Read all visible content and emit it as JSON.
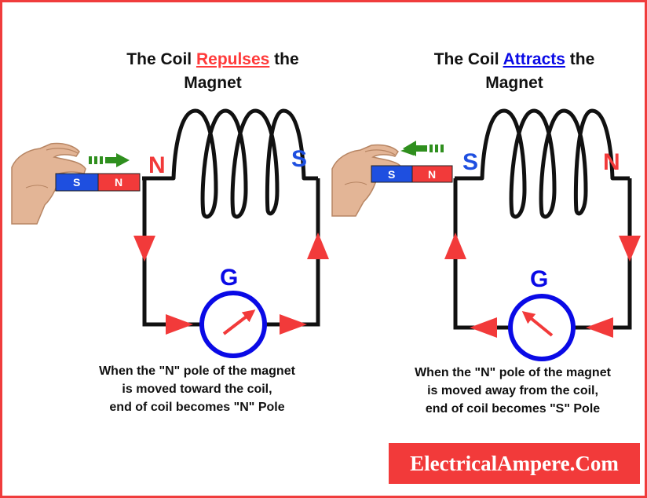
{
  "colors": {
    "frame": "#f03c3c",
    "arrow_red": "#f23a3a",
    "galvanometer_blue": "#0a0ae6",
    "north_red": "#f23a3a",
    "south_blue": "#1e4fe0",
    "motion_arrow_green": "#2f8f1e"
  },
  "left_panel": {
    "title_pre": "The Coil ",
    "title_highlight": "Repulses",
    "title_post": " the",
    "title_line2": "Magnet",
    "coil_left_pole": "N",
    "coil_right_pole": "S",
    "magnet_left": "S",
    "magnet_right": "N",
    "galvanometer": "G",
    "caption_lines": [
      "When the \"N\" pole of the magnet",
      "is moved toward the coil,",
      "end of coil becomes \"N\" Pole"
    ],
    "hand_icon": "hand-holding-magnet-icon",
    "motion_icon": "arrow-right-icon"
  },
  "right_panel": {
    "title_pre": "The Coil ",
    "title_highlight": "Attracts",
    "title_post": " the",
    "title_line2": "Magnet",
    "coil_left_pole": "S",
    "coil_right_pole": "N",
    "magnet_left": "S",
    "magnet_right": "N",
    "galvanometer": "G",
    "caption_lines": [
      "When the \"N\" pole of the magnet",
      "is moved away from the  coil,",
      "end of coil becomes \"S\" Pole"
    ],
    "hand_icon": "hand-holding-magnet-icon",
    "motion_icon": "arrow-left-icon"
  },
  "brand": {
    "text": "ElectricalAmpere.Com"
  }
}
